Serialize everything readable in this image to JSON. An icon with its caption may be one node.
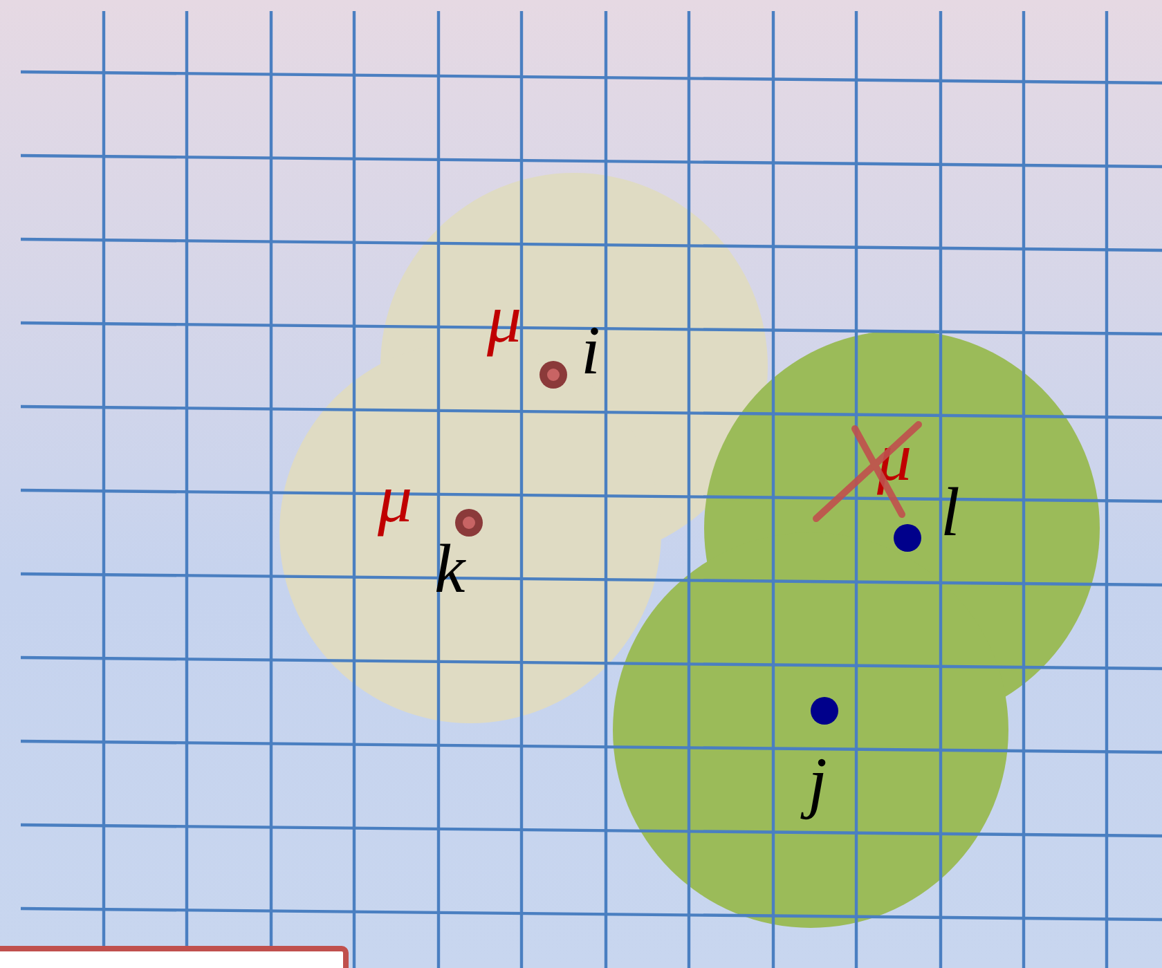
{
  "diagram": {
    "labels": [
      "μ",
      "i",
      "μ",
      "k",
      "μ",
      "l",
      "j"
    ]
  }
}
